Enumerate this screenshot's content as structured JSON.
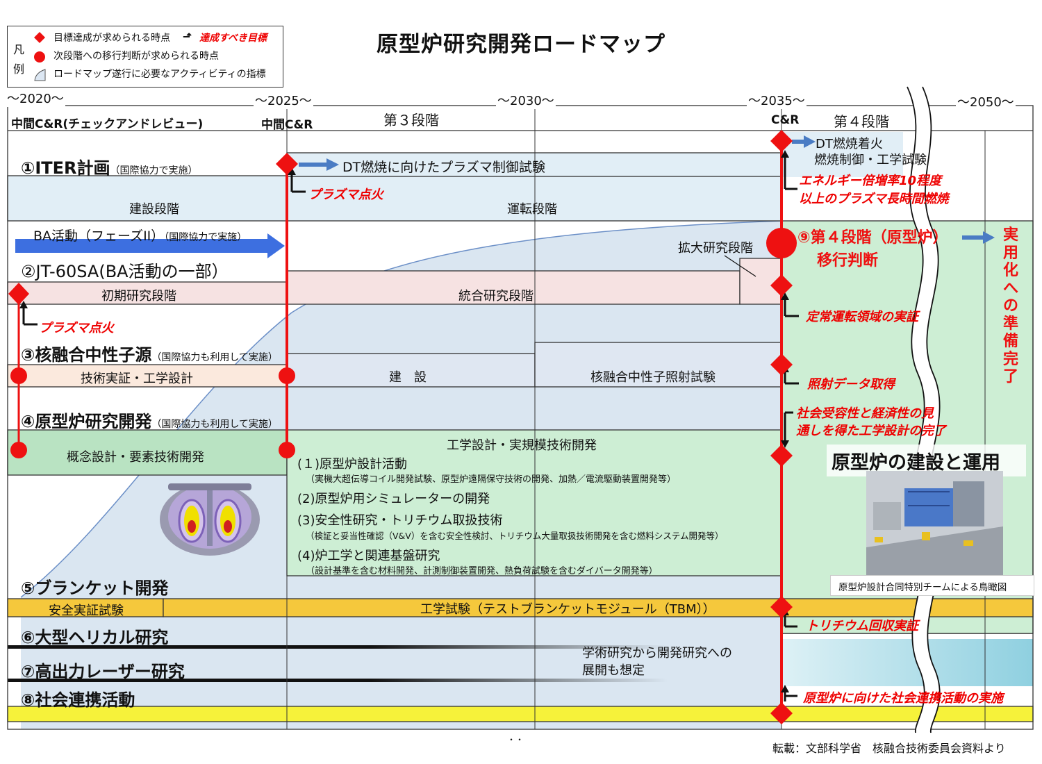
{
  "title": "原型炉研究開発ロードマップ",
  "legend": {
    "side_top": "凡",
    "side_bottom": "例",
    "diamond": "目標達成が求められる時点",
    "target": "達成すべき目標",
    "circle": "次段階への移行判断が求められる時点",
    "activity": "ロードマップ遂行に必要なアクティビティの指標"
  },
  "years": [
    "〜2020〜",
    "〜2025〜",
    "〜2030〜",
    "〜2035〜",
    "〜2050〜"
  ],
  "headers": {
    "cr_2020": "中間C&R(チェックアンドレビュー)",
    "cr_2025": "中間C&R",
    "stage3": "第３段階",
    "cr_2035": "C&R",
    "stage4": "第４段階"
  },
  "iter": {
    "title": "①ITER計画",
    "note": "（国際協力で実施）",
    "plasma_control": "DT燃焼に向けたプラズマ制御試験",
    "construction": "建設段階",
    "operation": "運転段階",
    "first_plasma": "プラズマ点火",
    "dt_line1": "DT燃焼着火",
    "dt_line2": "燃焼制御・工学試験",
    "energy_line1": "エネルギー倍増率10程度",
    "energy_line2": "以上のプラズマ長時間燃焼"
  },
  "ba": {
    "label": "BA活動（フェーズII）",
    "note": "（国際協力で実施）"
  },
  "jt60": {
    "title": "②JT-60SA(BA活動の一部）",
    "initial": "初期研究段階",
    "integrated": "統合研究段階",
    "extended": "拡大研究段階",
    "first_plasma": "プラズマ点火",
    "steady": "定常運転領域の実証"
  },
  "neutron": {
    "title": "③核融合中性子源",
    "note": "（国際協力も利用して実施）",
    "tech": "技術実証・工学設計",
    "build": "建　設",
    "irradiation": "核融合中性子照射試験",
    "data": "照射データ取得"
  },
  "demo_rd": {
    "title": "④原型炉研究開発",
    "note": "（国際協力も利用して実施）",
    "concept": "概念設計・要素技術開発",
    "engineering": "工学設計・実規模技術開発",
    "sub1": "(１)原型炉設計活動",
    "sub1_detail": "（実機大超伝導コイル開発試験、原型炉遠隔保守技術の開発、加熱／電流駆動装置開発等）",
    "sub2": "(2)原型炉用シミュレーターの開発",
    "sub3": "(3)安全性研究・トリチウム取扱技術",
    "sub3_detail": "（検証と妥当性確認（V&V）を含む安全性検討、トリチウム大量取扱技術開発を含む燃料システム開発等）",
    "sub4": "(4)炉工学と関連基盤研究",
    "sub4_detail": "（設計基準を含む材料開発、計測制御装置開発、熱負荷試験を含むダイバータ開発等）",
    "social1": "社会受容性と経済性の見",
    "social2": "通しを得た工学設計の完了"
  },
  "stage4": {
    "decision1": "⑨第４段階（原型炉）",
    "decision2": "移行判断",
    "practical": [
      "実",
      "用",
      "化",
      "へ",
      "の",
      "準",
      "備",
      "完",
      "了"
    ],
    "construction": "原型炉の建設と運用",
    "caption": "原型炉設計合同特別チームによる鳥瞰図"
  },
  "blanket": {
    "title": "⑤ブランケット開発",
    "safety": "安全実証試験",
    "tbm": "工学試験（テストブランケットモジュール（TBM））",
    "tritium": "トリチウム回収実証"
  },
  "helical": {
    "title": "⑥大型ヘリカル研究"
  },
  "laser": {
    "title": "⑦高出力レーザー研究",
    "note1": "学術研究から開発研究への",
    "note2": "展開も想定"
  },
  "social": {
    "title": "⑧社会連携活動",
    "target": "原型炉に向けた社会連携活動の実施"
  },
  "dots": "・・",
  "source": "転載：文部科学省　核融合技術委員会資料より",
  "colors": {
    "red": "#ee1111",
    "blue_arrow": "#4a7cc4",
    "light_blue": "#deeef6",
    "pink": "#f6e2e2",
    "green": "#cdeed4",
    "gold": "#f5c83c",
    "yellow": "#f6f23a"
  }
}
